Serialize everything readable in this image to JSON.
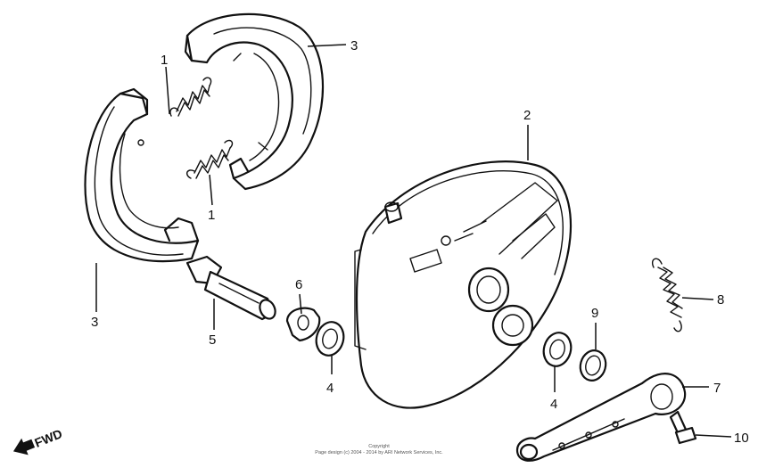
{
  "callouts": {
    "c1a": "1",
    "c1b": "1",
    "c2": "2",
    "c3a": "3",
    "c3b": "3",
    "c4a": "4",
    "c4b": "4",
    "c5": "5",
    "c6": "6",
    "c7": "7",
    "c8": "8",
    "c9": "9",
    "c10": "10"
  },
  "fwd_label": "FWD",
  "copyright": {
    "line1": "Copyright",
    "line2": "Page design (c) 2004 - 2014 by ARI Network Services, Inc."
  }
}
